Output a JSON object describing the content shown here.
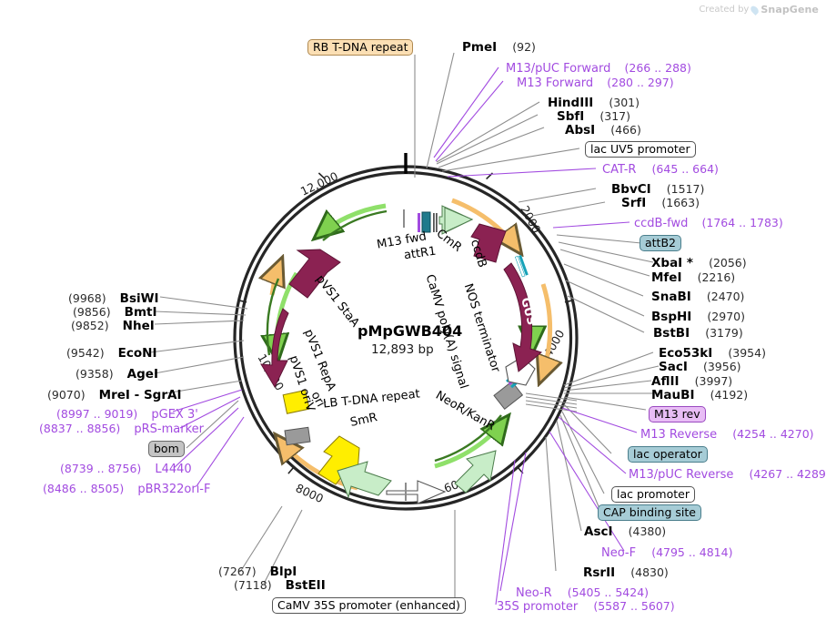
{
  "watermark": {
    "prefix": "Created by",
    "brand": "SnapGene"
  },
  "plasmid": {
    "name": "pMpGWB404",
    "size_label": "12,893 bp",
    "length_bp": 12893,
    "ruler_ticks": [
      {
        "label": "2000",
        "bp": 2000
      },
      {
        "label": "4000",
        "bp": 4000
      },
      {
        "label": "6000",
        "bp": 6000
      },
      {
        "label": "8000",
        "bp": 8000
      },
      {
        "label": "10,000",
        "bp": 10000
      },
      {
        "label": "12,000",
        "bp": 12000
      }
    ]
  },
  "inner_features": [
    {
      "label": "M13 fwd"
    },
    {
      "label": "attR1"
    },
    {
      "label": "CmR"
    },
    {
      "label": "ccdB"
    },
    {
      "label": "CaMV poly(A) signal"
    },
    {
      "label": "NOS terminator"
    },
    {
      "label": "GUS"
    },
    {
      "label": "NeoR/KanR"
    },
    {
      "label": "LB T-DNA repeat"
    },
    {
      "label": "SmR"
    },
    {
      "label": "ori"
    },
    {
      "label": "pVS1 oriV"
    },
    {
      "label": "pVS1 RepA"
    },
    {
      "label": "pVS1 StaA"
    }
  ],
  "badges": [
    {
      "name": "rb-t-dna-repeat",
      "text": "RB T-DNA repeat",
      "style": "tan"
    },
    {
      "name": "lac-uv5-promoter",
      "text": "lac UV5 promoter",
      "style": "white"
    },
    {
      "name": "attb2",
      "text": "attB2",
      "style": "teal"
    },
    {
      "name": "m13-rev",
      "text": "M13 rev",
      "style": "violet"
    },
    {
      "name": "lac-operator",
      "text": "lac operator",
      "style": "teal"
    },
    {
      "name": "lac-promoter",
      "text": "lac promoter",
      "style": "white"
    },
    {
      "name": "cap-binding-site",
      "text": "CAP binding site",
      "style": "teal"
    },
    {
      "name": "bom",
      "text": "bom",
      "style": "grey"
    },
    {
      "name": "camv-35s-promoter",
      "text": "CaMV 35S promoter (enhanced)",
      "style": "white"
    }
  ],
  "enzymes": [
    {
      "name": "PmeI",
      "pos": "(92)",
      "bp": 92
    },
    {
      "name": "HindIII",
      "pos": "(301)",
      "bp": 301
    },
    {
      "name": "SbfI",
      "pos": "(317)",
      "bp": 317
    },
    {
      "name": "AbsI",
      "pos": "(466)",
      "bp": 466
    },
    {
      "name": "BbvCI",
      "pos": "(1517)",
      "bp": 1517
    },
    {
      "name": "SrfI",
      "pos": "(1663)",
      "bp": 1663
    },
    {
      "name": "XbaI *",
      "pos": "(2056)",
      "bp": 2056
    },
    {
      "name": "MfeI",
      "pos": "(2216)",
      "bp": 2216
    },
    {
      "name": "SnaBI",
      "pos": "(2470)",
      "bp": 2470
    },
    {
      "name": "BspHI",
      "pos": "(2970)",
      "bp": 2970
    },
    {
      "name": "BstBI",
      "pos": "(3179)",
      "bp": 3179
    },
    {
      "name": "Eco53kI",
      "pos": "(3954)",
      "bp": 3954
    },
    {
      "name": "SacI",
      "pos": "(3956)",
      "bp": 3956
    },
    {
      "name": "AflII",
      "pos": "(3997)",
      "bp": 3997
    },
    {
      "name": "MauBI",
      "pos": "(4192)",
      "bp": 4192
    },
    {
      "name": "AscI",
      "pos": "(4380)",
      "bp": 4380
    },
    {
      "name": "RsrII",
      "pos": "(4830)",
      "bp": 4830
    },
    {
      "name": "BlpI",
      "pos": "(7267)",
      "bp": 7267
    },
    {
      "name": "BstEII",
      "pos": "(7118)",
      "bp": 7118
    },
    {
      "name": "MreI - SgrAI",
      "pos": "(9070)",
      "bp": 9070
    },
    {
      "name": "AgeI",
      "pos": "(9358)",
      "bp": 9358
    },
    {
      "name": "EcoNI",
      "pos": "(9542)",
      "bp": 9542
    },
    {
      "name": "NheI",
      "pos": "(9852)",
      "bp": 9852
    },
    {
      "name": "BmtI",
      "pos": "(9856)",
      "bp": 9856
    },
    {
      "name": "BsiWI",
      "pos": "(9968)",
      "bp": 9968
    }
  ],
  "primers": [
    {
      "name": "M13/pUC Forward",
      "range": "(266 .. 288)"
    },
    {
      "name": "M13 Forward",
      "range": "(280 .. 297)"
    },
    {
      "name": "CAT-R",
      "range": "(645 .. 664)"
    },
    {
      "name": "ccdB-fwd",
      "range": "(1764 .. 1783)"
    },
    {
      "name": "M13 Reverse",
      "range": "(4254 .. 4270)"
    },
    {
      "name": "M13/pUC Reverse",
      "range": "(4267 .. 4289)"
    },
    {
      "name": "Neo-F",
      "range": "(4795 .. 4814)"
    },
    {
      "name": "Neo-R",
      "range": "(5405 .. 5424)"
    },
    {
      "name": "35S promoter",
      "range": "(5587 .. 5607)"
    },
    {
      "name": "pBR322ori-F",
      "range": "(8486 .. 8505)"
    },
    {
      "name": "L4440",
      "range": "(8739 .. 8756)"
    },
    {
      "name": "pRS-marker",
      "range": "(8837 .. 8856)"
    },
    {
      "name": "pGEX 3'",
      "range": "(8997 .. 9019)"
    }
  ],
  "colors": {
    "maroon": "#8B2252",
    "light_green": "#C8EDC8",
    "green_arrow": "#6FCF4A",
    "dark_green_arrow": "#3a7a22",
    "orange_arrow": "#F5BE6B",
    "yellow": "#FFEE00",
    "grey_feature": "#9A9A9A",
    "teal_feature": "#1F7A8C",
    "primer_purple": "#A24BE0",
    "backbone": "#262626"
  }
}
